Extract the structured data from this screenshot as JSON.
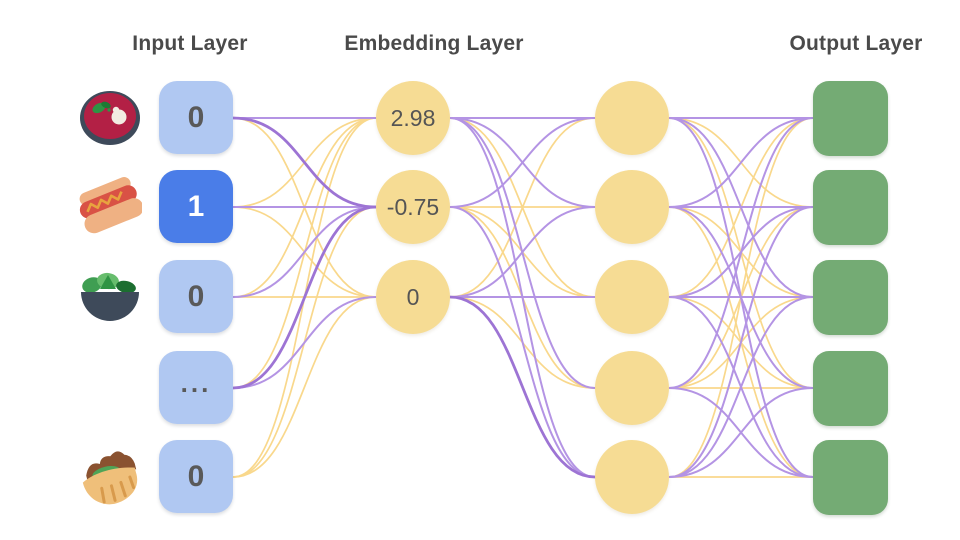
{
  "titles": {
    "input": "Input Layer",
    "embedding": "Embedding Layer",
    "output": "Output Layer"
  },
  "palette": {
    "input_blue": "#b0c8f2",
    "active_blue": "#4a7de8",
    "node_yellow": "#f6dc94",
    "output_green": "#74ab74",
    "title_gray": "#4a4a4a",
    "value_gray": "#595959",
    "edge_yellow": "#f9d88c",
    "edge_purple": "#b494e4",
    "edge_purple_strong": "#9d74d4"
  },
  "input_layer": {
    "nodes": [
      {
        "value": "0",
        "active": false,
        "icon": "borscht-bowl-icon"
      },
      {
        "value": "1",
        "active": true,
        "icon": "hotdog-icon"
      },
      {
        "value": "0",
        "active": false,
        "icon": "salad-bowl-icon"
      },
      {
        "value": "...",
        "active": false,
        "icon": null
      },
      {
        "value": "0",
        "active": false,
        "icon": "pita-icon"
      }
    ]
  },
  "embedding_layer": {
    "nodes": [
      {
        "value": "2.98"
      },
      {
        "value": "-0.75"
      },
      {
        "value": "0"
      }
    ]
  },
  "hidden_layer": {
    "node_count": 5
  },
  "output_layer": {
    "node_count": 5
  },
  "edges": {
    "input_to_embedding": [
      [
        "P",
        "S",
        "Y"
      ],
      [
        "Y",
        "P",
        "Y"
      ],
      [
        "Y",
        "P",
        "Y"
      ],
      [
        "Y",
        "S",
        "P"
      ],
      [
        "Y",
        "Y",
        "Y"
      ]
    ],
    "embedding_to_hidden": [
      [
        "P",
        "P",
        "Y",
        "P",
        "P"
      ],
      [
        "P",
        "Y",
        "Y",
        "Y",
        "P"
      ],
      [
        "Y",
        "P",
        "P",
        "Y",
        "S"
      ]
    ],
    "hidden_to_output": [
      [
        "P",
        "Y",
        "P",
        "Y",
        "P"
      ],
      [
        "P",
        "P",
        "Y",
        "P",
        "Y"
      ],
      [
        "Y",
        "P",
        "P",
        "Y",
        "P"
      ],
      [
        "P",
        "Y",
        "Y",
        "Y",
        "P"
      ],
      [
        "Y",
        "P",
        "P",
        "P",
        "Y"
      ]
    ]
  }
}
